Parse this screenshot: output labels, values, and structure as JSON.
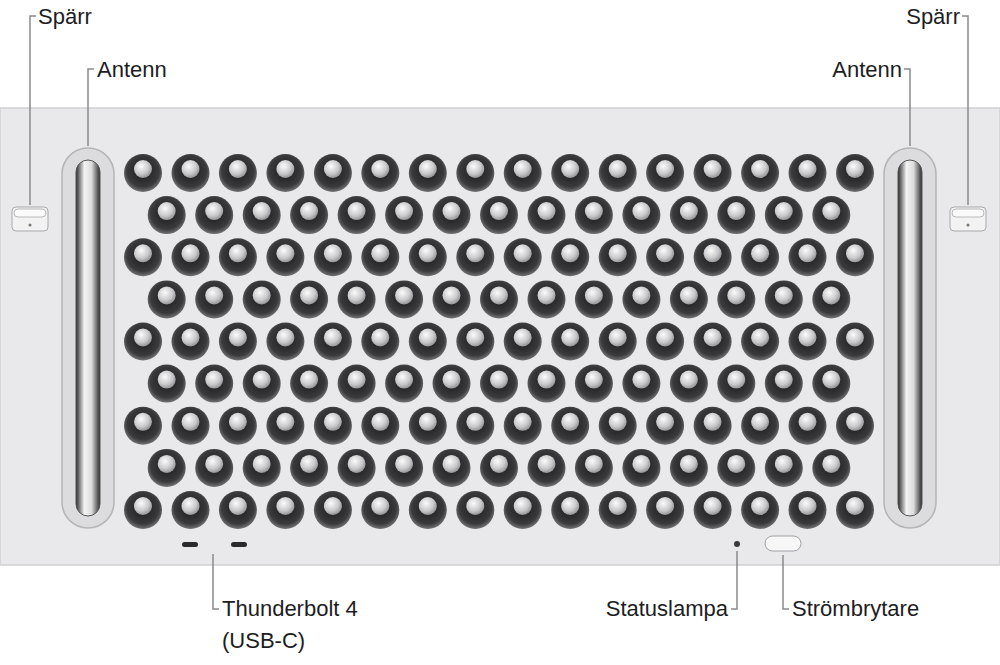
{
  "diagram": {
    "labels": [
      "Spärr",
      "Spärr",
      "Antenn",
      "Antenn",
      "Thunderbolt 4 (USB-C)",
      "Statuslampa",
      "Strömbrytare"
    ]
  }
}
